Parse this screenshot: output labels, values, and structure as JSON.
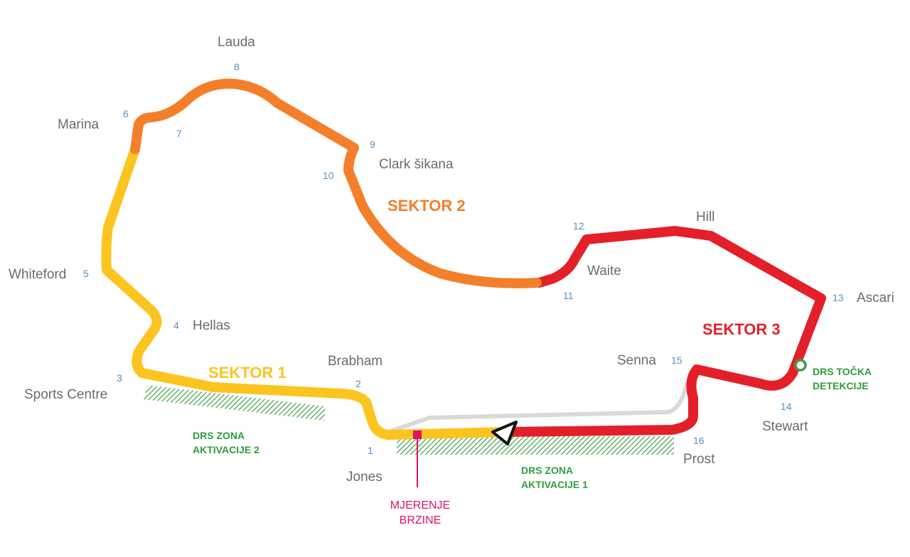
{
  "colors": {
    "sector1": "#fcc41f",
    "sector2": "#f47f2a",
    "sector3": "#e3202a",
    "pitlane": "#d9d9d9",
    "drs": "#3ea043",
    "speedtrap": "#e0106a",
    "corner_name": "#6b6b6b",
    "corner_number": "#5b8fbf"
  },
  "corners": [
    {
      "num": "1",
      "name": "Jones"
    },
    {
      "num": "2",
      "name": "Brabham"
    },
    {
      "num": "3",
      "name": "Sports Centre"
    },
    {
      "num": "4",
      "name": "Hellas"
    },
    {
      "num": "5",
      "name": "Whiteford"
    },
    {
      "num": "6",
      "name": "Marina"
    },
    {
      "num": "7",
      "name": ""
    },
    {
      "num": "8",
      "name": "Lauda"
    },
    {
      "num": "9",
      "name": "Clark šikana"
    },
    {
      "num": "10",
      "name": ""
    },
    {
      "num": "11",
      "name": "Waite"
    },
    {
      "num": "12",
      "name": ""
    },
    {
      "num": "13",
      "name": "Ascari"
    },
    {
      "num": "14",
      "name": "Stewart"
    },
    {
      "num": "15",
      "name": "Senna"
    },
    {
      "num": "16",
      "name": "Prost"
    }
  ],
  "sectors": {
    "s1": "SEKTOR 1",
    "s2": "SEKTOR 2",
    "s3": "SEKTOR 3"
  },
  "drs": {
    "zone1_line1": "DRS ZONA",
    "zone1_line2": "AKTIVACIJE 1",
    "zone2_line1": "DRS ZONA",
    "zone2_line2": "AKTIVACIJE 2",
    "detection_line1": "DRS TOČKA",
    "detection_line2": "DETEKCIJE"
  },
  "speed_trap": {
    "line1": "MJERENJE",
    "line2": "BRZINE"
  }
}
